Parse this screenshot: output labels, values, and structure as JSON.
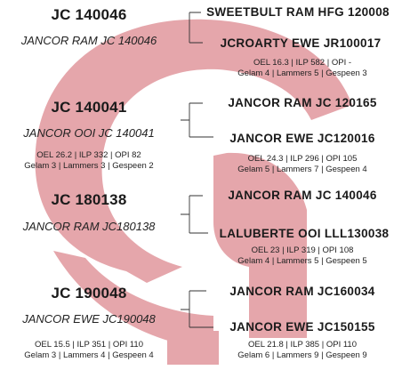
{
  "colors": {
    "watermark": "#e5a6ab",
    "text": "#1a1a1a",
    "lines": "#333333"
  },
  "animals": [
    {
      "id": "JC 140046",
      "name": "JANCOR RAM JC 140046",
      "stats": [
        "",
        ""
      ],
      "sire": {
        "name": "SWEETBULT RAM HFG 120008",
        "stats": [
          "",
          ""
        ]
      },
      "dam": {
        "name": "JCROARTY EWE JR100017",
        "stats": [
          "OEL 16.3 | ILP 582 | OPI -",
          "Gelam 4 | Lammers 5 | Gespeen 3"
        ]
      }
    },
    {
      "id": "JC 140041",
      "name": "JANCOR OOI JC 140041",
      "stats": [
        "OEL 26.2 | ILP 332 | OPI 82",
        "Gelam 3 | Lammers 3 | Gespeen 2"
      ],
      "sire": {
        "name": "JANCOR RAM JC 120165",
        "stats": [
          "",
          ""
        ]
      },
      "dam": {
        "name": "JANCOR EWE JC120016",
        "stats": [
          "OEL 24.3 | ILP 296 | OPI 105",
          "Gelam 5 | Lammers 7 | Gespeen 4"
        ]
      }
    },
    {
      "id": "JC 180138",
      "name": "JANCOR RAM JC180138",
      "stats": [
        "",
        ""
      ],
      "sire": {
        "name": "JANCOR RAM JC 140046",
        "stats": [
          "",
          ""
        ]
      },
      "dam": {
        "name": "LALUBERTE OOI LLL130038",
        "stats": [
          "OEL 23 | ILP 319 | OPI 108",
          "Gelam 4 | Lammers 5 | Gespeen 5"
        ]
      }
    },
    {
      "id": "JC 190048",
      "name": "JANCOR EWE JC190048",
      "stats": [
        "OEL 15.5 | ILP 351 | OPI 110",
        "Gelam 3 | Lammers 4 | Gespeen 4"
      ],
      "sire": {
        "name": "JANCOR RAM JC160034",
        "stats": [
          "",
          ""
        ]
      },
      "dam": {
        "name": "JANCOR EWE JC150155",
        "stats": [
          "OEL 21.8 | ILP 385 | OPI 110",
          "Gelam 6 | Lammers 9 | Gespeen 9"
        ]
      }
    }
  ]
}
